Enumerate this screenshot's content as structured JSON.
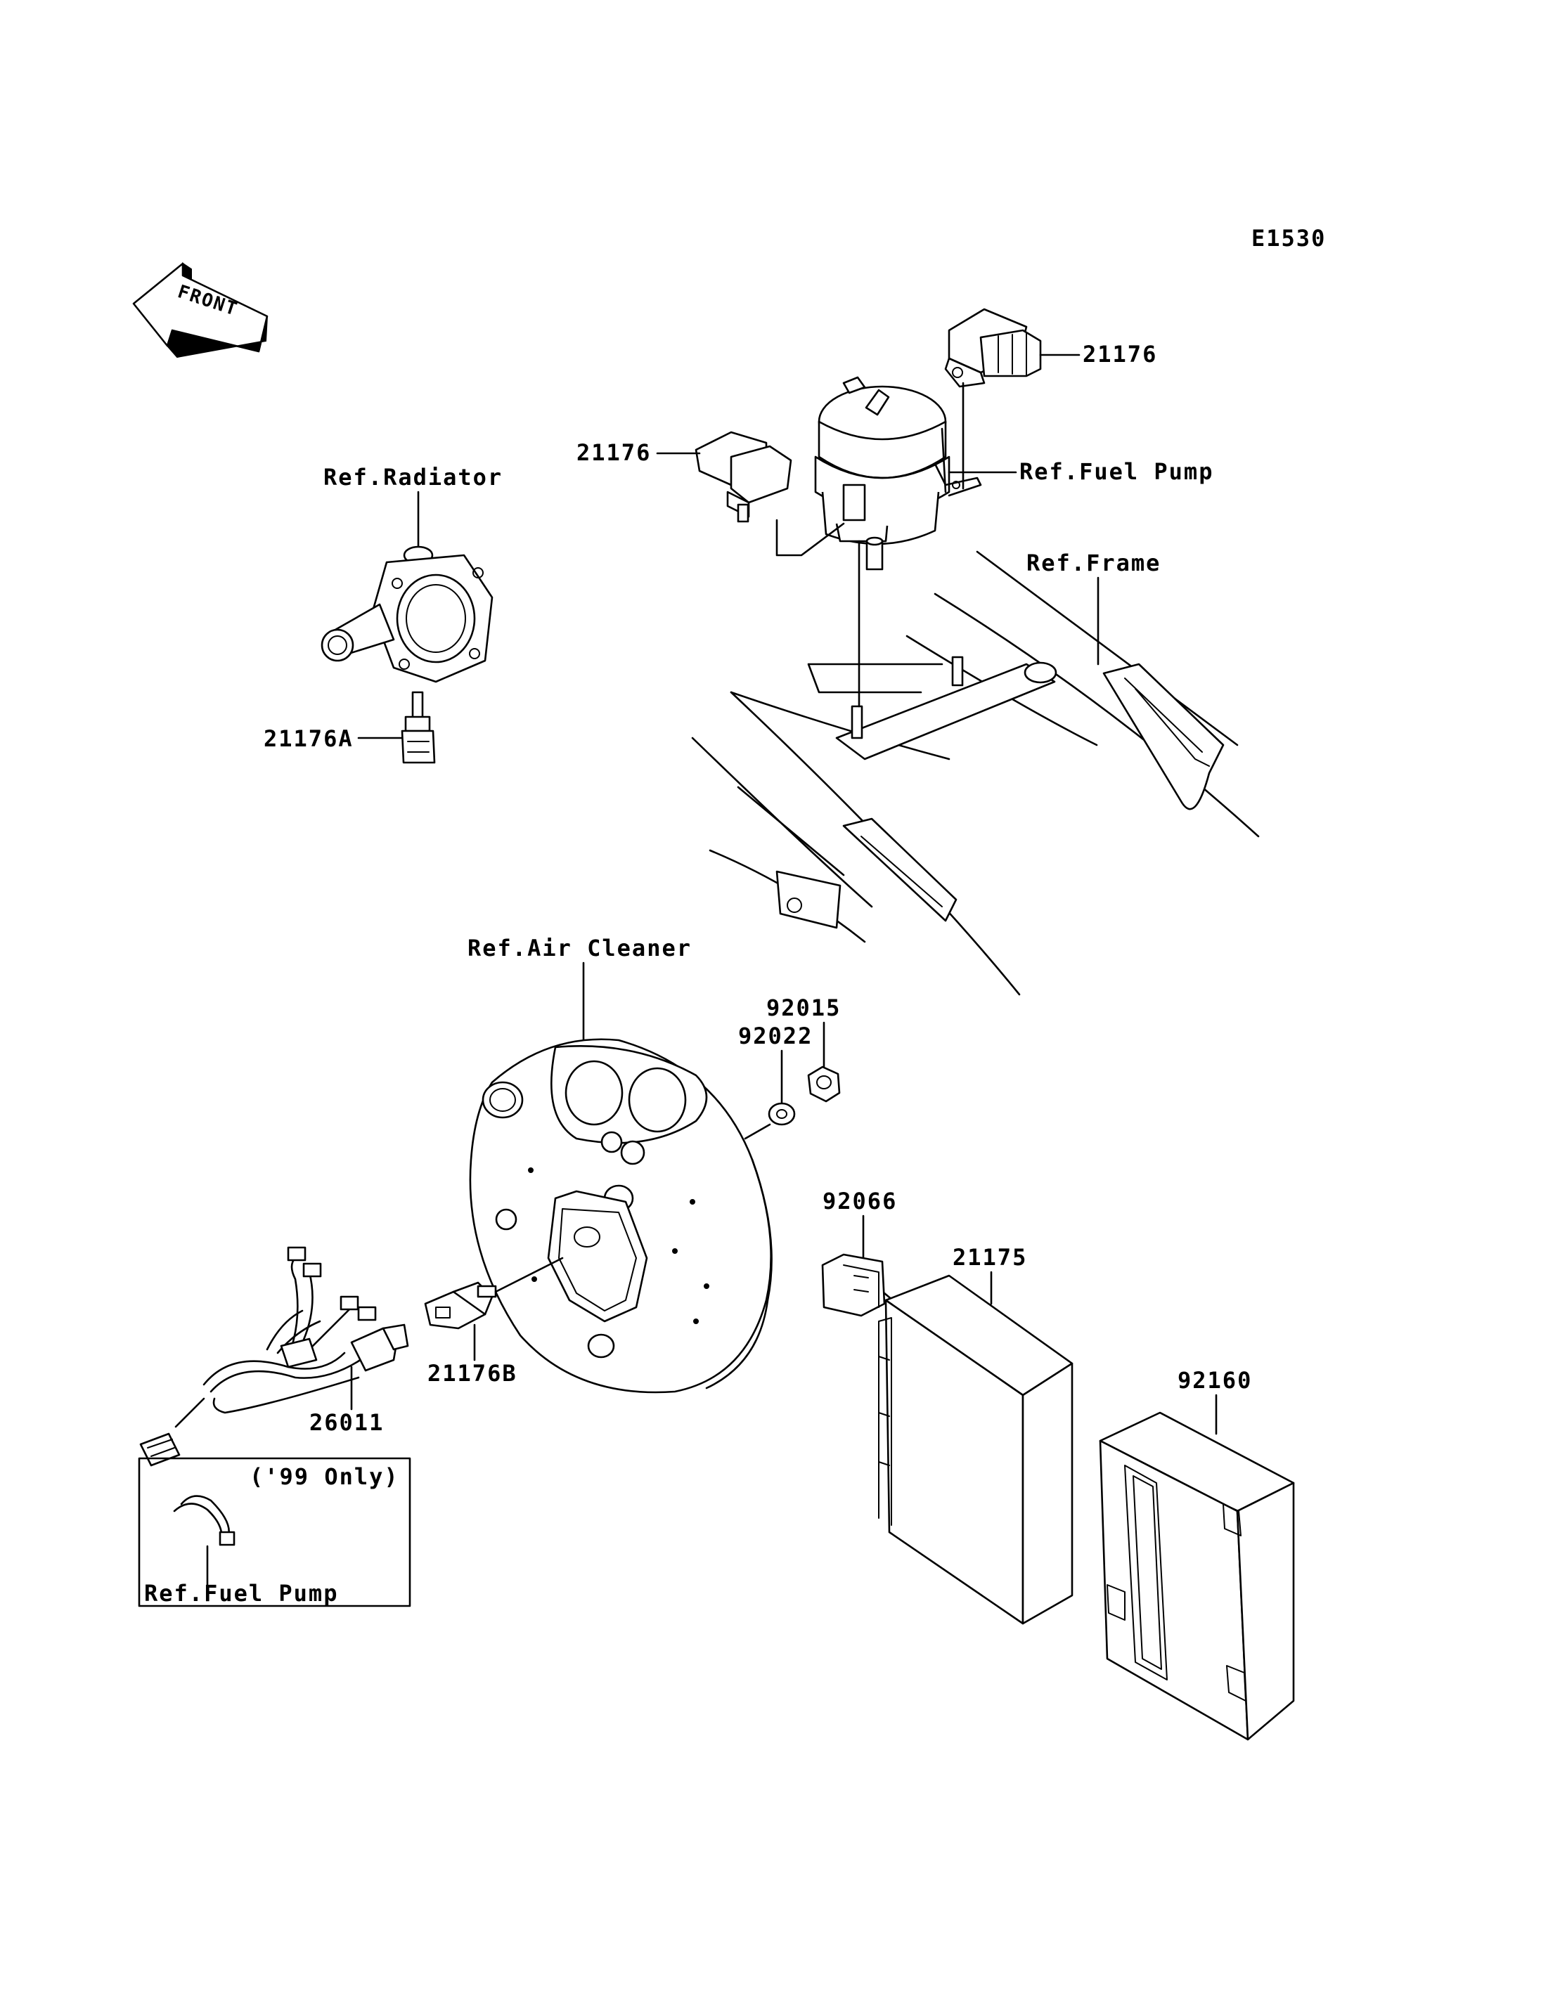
{
  "diagram_code": "E1530",
  "front_label": "FRONT",
  "labels": {
    "ref_radiator": "Ref.Radiator",
    "ref_fuel_pump_top": "Ref.Fuel Pump",
    "ref_frame": "Ref.Frame",
    "ref_air_cleaner": "Ref.Air Cleaner",
    "part_21176_right": "21176",
    "part_21176_left": "21176",
    "part_21176A": "21176A",
    "part_21176B": "21176B",
    "part_26011": "26011",
    "part_92015": "92015",
    "part_92022": "92022",
    "part_92066": "92066",
    "part_21175": "21175",
    "part_92160": "92160",
    "inset_note": "('99 Only)",
    "inset_ref_fuel_pump": "Ref.Fuel Pump"
  }
}
